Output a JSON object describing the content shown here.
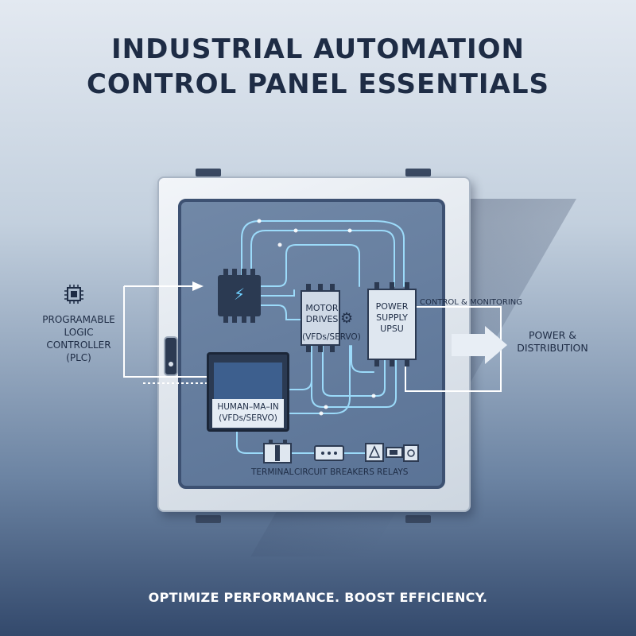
{
  "title": {
    "line1": "INDUSTRIAL AUTOMATION",
    "line2": "CONTROL PANEL ESSENTIALS"
  },
  "plc": {
    "label_line1": "PROGRAMABLE",
    "label_line2": "LOGIC",
    "label_line3": "CONTROLLER",
    "label_line4": "(PLC)",
    "icon": "chip-icon"
  },
  "motor": {
    "line1": "MOTOR",
    "line2": "DRIVES",
    "line3": "(VFDs/SERVO)",
    "icon": "gear-icon"
  },
  "psu": {
    "line1": "POWER",
    "line2": "SUPPLY",
    "line3": "UPSU"
  },
  "hmi": {
    "line1": "HUMAN–MA–IN",
    "line2": "(VFDs/SERVO)"
  },
  "control_monitoring": "CONTROL & MONITORING",
  "power_distribution": {
    "line1": "POWER &",
    "line2": "DISTRIBUTION"
  },
  "bottom_components": {
    "terminal": "TERMINAL",
    "breakers": "CIRCUIT BREAKERS",
    "relays": "RELAYS"
  },
  "tagline": "OPTIMIZE PERFORMANCE. BOOST EFFICIENCY.",
  "colors": {
    "wire": "#9fe0ff",
    "dark": "#1e2c45",
    "accent": "#6fd0ff"
  }
}
